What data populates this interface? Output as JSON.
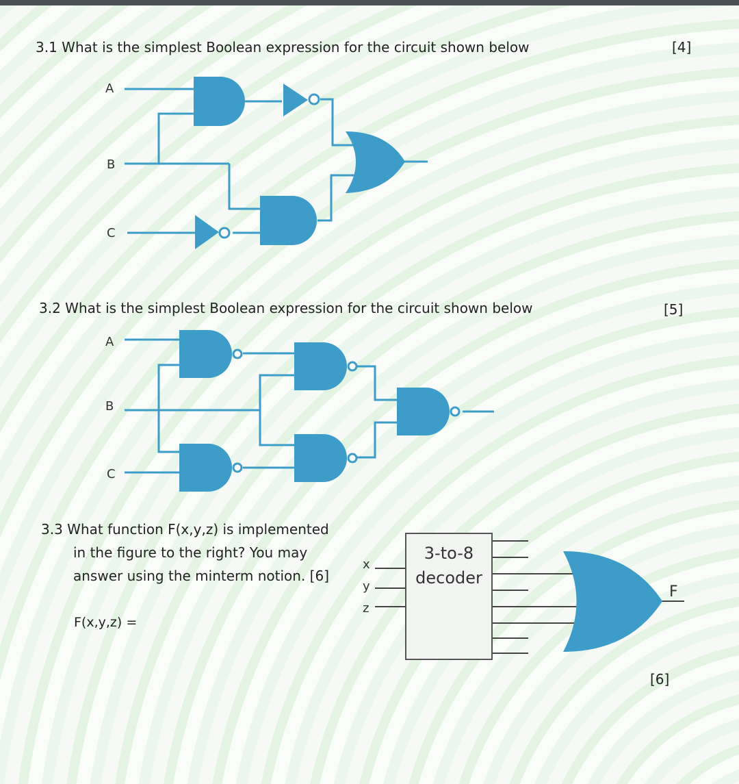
{
  "q31": {
    "text": "3.1 What is the simplest Boolean expression for the circuit shown below",
    "points": "[4]",
    "inputs": [
      "A",
      "B",
      "C"
    ]
  },
  "q32": {
    "text": "3.2 What is the simplest Boolean expression for the circuit shown below",
    "points": "[5]",
    "inputs": [
      "A",
      "B",
      "C"
    ]
  },
  "q33": {
    "lines": [
      "3.3  What function F(x,y,z) is implemented",
      "in the figure to the right? You may",
      "answer using the minterm notion. [6]"
    ],
    "answer_label": "F(x,y,z) =",
    "inputs": [
      "x",
      "y",
      "z"
    ],
    "decoder_lines": [
      "3-to-8",
      "decoder"
    ],
    "or_label": "OR",
    "output_label": "F",
    "points": "[6]"
  },
  "colors": {
    "gate": "#3d9cc8"
  }
}
